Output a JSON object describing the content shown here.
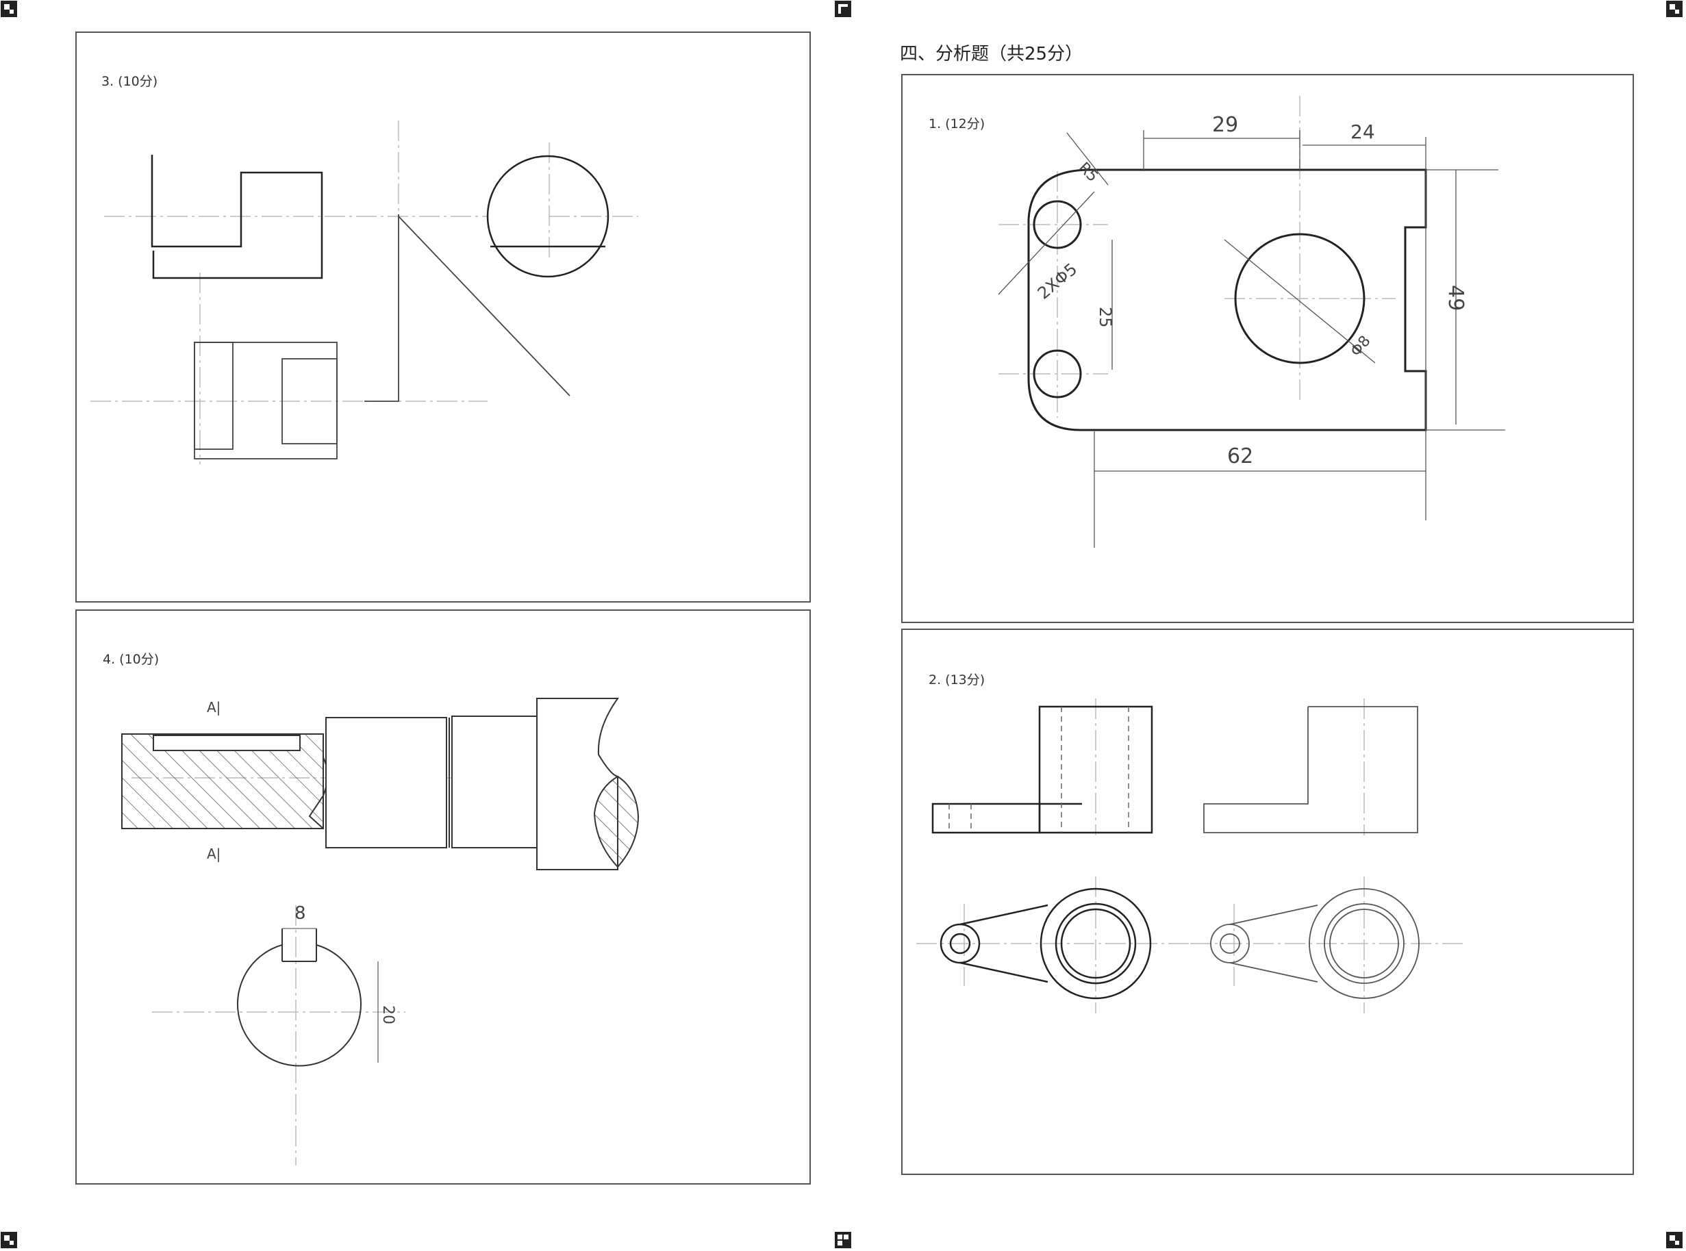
{
  "section": {
    "title": "四、分析题（共25分）"
  },
  "panels": {
    "p3": {
      "label": "3. (10分)"
    },
    "p4": {
      "label": "4. (10分)",
      "section_mark_top": "A|",
      "section_mark_bottom": "A|",
      "keyway_width": "8",
      "keyway_depth": "20"
    },
    "a1": {
      "label": "1. (12分)",
      "dim_29": "29",
      "dim_24": "24",
      "dim_r5": "R5",
      "dim_holes": "2XΦ5",
      "dim_25": "25",
      "dim_49": "49",
      "dim_62": "62",
      "dim_phi8": "Φ8"
    },
    "a2": {
      "label": "2. (13分)"
    }
  }
}
